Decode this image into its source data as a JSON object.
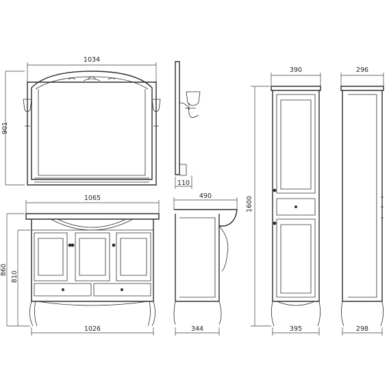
{
  "dimensions": {
    "mirror_width": "1034",
    "mirror_height": "901",
    "lamp_depth": "110",
    "vanity_top_width": "1065",
    "vanity_height": "860",
    "vanity_body_height": "810",
    "vanity_base_width": "1026",
    "vanity_top_depth": "490",
    "vanity_base_depth": "344",
    "cabinet_top_width": "390",
    "cabinet_height": "1600",
    "cabinet_base_width": "395",
    "cabinet_top_depth": "296",
    "cabinet_base_depth": "298"
  }
}
